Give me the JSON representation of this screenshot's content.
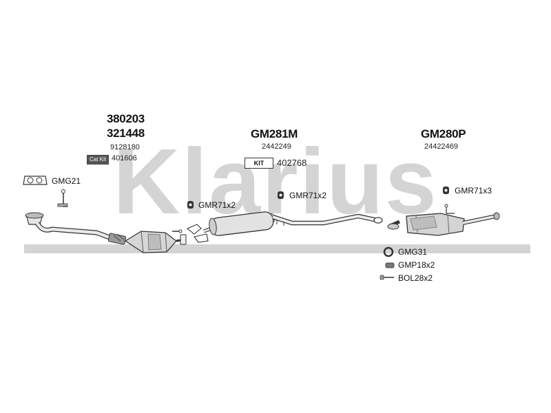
{
  "watermark": {
    "text": "Klarius"
  },
  "colors": {
    "watermark": "#cfcfcf",
    "line": "#333333",
    "part_fill": "#d8d8d8",
    "part_dark": "#777777"
  },
  "sections": {
    "front": {
      "part_no_1": "380203",
      "part_no_2": "321448",
      "ref": "9128180",
      "kit_badge": "Cat Kit",
      "kit_ref": "401606"
    },
    "middle": {
      "part_no": "GM281M",
      "ref": "2442249",
      "kit_badge": "KIT",
      "kit_ref": "402768"
    },
    "rear": {
      "part_no": "GM280P",
      "ref": "24422469"
    }
  },
  "fittings": {
    "gmg21": "GMG21",
    "gmr_front": "GMR71x2",
    "gmr_middle": "GMR71x2",
    "gmr_rear": "GMR71x3",
    "gmg31": "GMG31",
    "gmp18": "GMP18x2",
    "bol28": "BOL28x2"
  }
}
